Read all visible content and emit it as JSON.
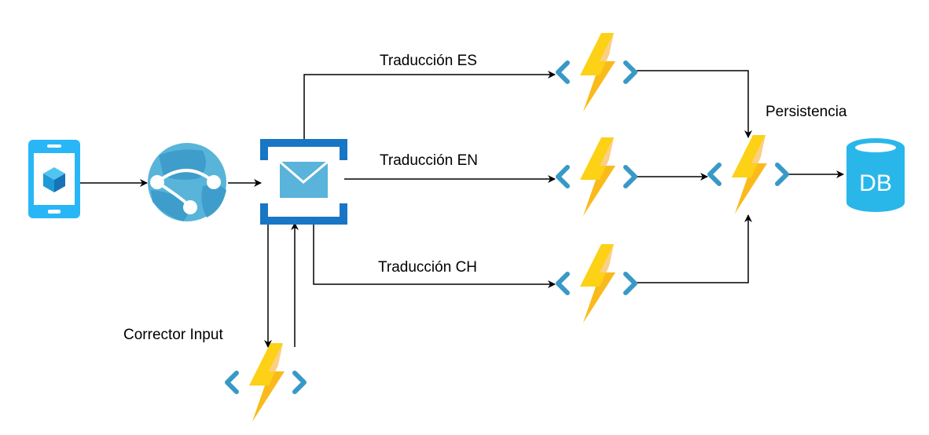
{
  "labels": {
    "traduccion_es": "Traducción ES",
    "traduccion_en": "Traducción EN",
    "traduccion_ch": "Traducción CH",
    "persistencia": "Persistencia",
    "corrector_input": "Corrector Input"
  },
  "database": {
    "text": "DB"
  },
  "icons": {
    "mobile_app": "mobile-app-icon",
    "web_app": "web-app-globe-icon",
    "queue": "message-queue-icon",
    "function": "azure-function-icon",
    "database": "database-icon"
  },
  "colors": {
    "azure_blue": "#3999c6",
    "queue_blue": "#1976c4",
    "envelope": "#5ab3da",
    "lightning_yellow": "#fcd116",
    "lightning_orange": "#f7a823",
    "device_blue": "#29b6f6",
    "db_blue": "#29b7ea",
    "arrow": "#000000"
  }
}
